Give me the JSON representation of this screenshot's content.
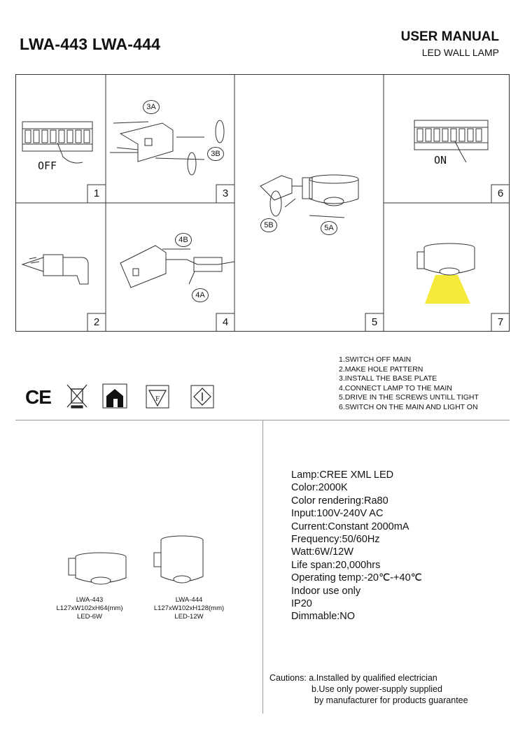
{
  "header": {
    "models": "LWA-443 LWA-444",
    "manual_title": "USER MANUAL",
    "manual_subtitle": "LED WALL LAMP"
  },
  "steps_grid": {
    "cells": [
      {
        "number": "1",
        "label": "OFF"
      },
      {
        "number": "2"
      },
      {
        "number": "3",
        "callouts": [
          "3A",
          "3B"
        ]
      },
      {
        "number": "4",
        "callouts": [
          "4B",
          "4A"
        ]
      },
      {
        "number": "5",
        "callouts": [
          "5B",
          "5A"
        ]
      },
      {
        "number": "6",
        "label": "ON"
      },
      {
        "number": "7"
      }
    ],
    "light_color": "#f5e93a"
  },
  "instructions": [
    "1.SWITCH OFF MAIN",
    "2.MAKE HOLE PATTERN",
    "3.INSTALL THE BASE PLATE",
    "4.CONNECT LAMP TO THE MAIN",
    "5.DRIVE IN THE SCREWS UNTILL TIGHT",
    "6.SWITCH ON THE MAIN AND LIGHT ON"
  ],
  "certifications": {
    "ce_mark": "CE",
    "icons": [
      "ce-mark-icon",
      "weee-bin-icon",
      "indoor-use-icon",
      "f-mark-icon",
      "class-one-icon"
    ],
    "f_letter": "F"
  },
  "products": [
    {
      "model": "LWA-443",
      "dimensions": "L127xW102xH64(mm)",
      "power": "LED-6W"
    },
    {
      "model": "LWA-444",
      "dimensions": "L127xW102xH128(mm)",
      "power": "LED-12W"
    }
  ],
  "specs": [
    {
      "label": "Lamp",
      "value": "CREE XML LED"
    },
    {
      "label": "Color",
      "value": "2000K"
    },
    {
      "label": "Color rendering",
      "value": "Ra80"
    },
    {
      "label": "Input",
      "value": "100V-240V AC"
    },
    {
      "label": "Current",
      "value": "Constant 2000mA"
    },
    {
      "label": "Frequency",
      "value": "50/60Hz"
    },
    {
      "label": "Watt",
      "value": "6W/12W"
    },
    {
      "label": "Life span",
      "value": "20,000hrs"
    },
    {
      "label": "Operating temp",
      "value": "-20℃-+40℃"
    },
    {
      "text": "Indoor use only"
    },
    {
      "text": "IP20"
    },
    {
      "label": "Dimmable",
      "value": "NO"
    }
  ],
  "cautions": {
    "label": "Cautions:",
    "lines": [
      "a.Installed by qualified electrician",
      "b.Use only power-supply supplied",
      "by manufacturer for products guarantee"
    ]
  }
}
